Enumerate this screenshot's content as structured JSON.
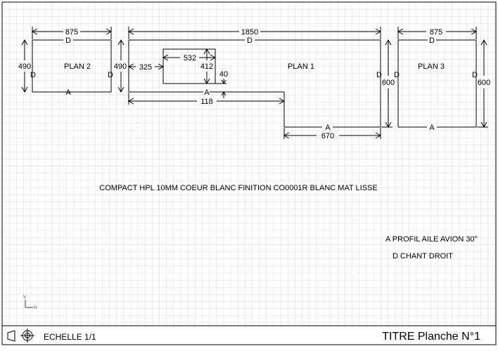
{
  "drawing": {
    "plan2": {
      "name": "PLAN 2",
      "width_label": "875",
      "height_label": "490",
      "edge_top": "D",
      "edge_left": "D",
      "edge_right": "D",
      "edge_bottom": "A"
    },
    "plan1": {
      "name": "PLAN 1",
      "width_label": "1850",
      "height_left_label": "490",
      "height_right_label": "600",
      "edge_top": "D",
      "edge_right": "D",
      "edge_bottom_left": "A",
      "edge_bottom_right": "A",
      "cutout_width_label": "532",
      "cutout_height_label": "412",
      "cutout_offset_x_label": "325",
      "cutout_offset_y_label": "40",
      "step_width_label": "118",
      "step_bottom_width_label": "670"
    },
    "plan3": {
      "name": "PLAN 3",
      "width_label": "875",
      "height_label": "600",
      "edge_top": "D",
      "edge_left": "D",
      "edge_right": "D",
      "edge_bottom": "A"
    },
    "material_note": "COMPACT HPL 10MM COEUR BLANC FINITION CO0001R BLANC MAT LISSE",
    "legend": {
      "a": "A PROFIL AILE AVION 30°",
      "d": "D CHANT DROIT"
    },
    "axes": {
      "v": "V",
      "h": "H"
    }
  },
  "title_block": {
    "scale": "ECHELLE 1/1",
    "title": "TITRE Planche N°1"
  }
}
